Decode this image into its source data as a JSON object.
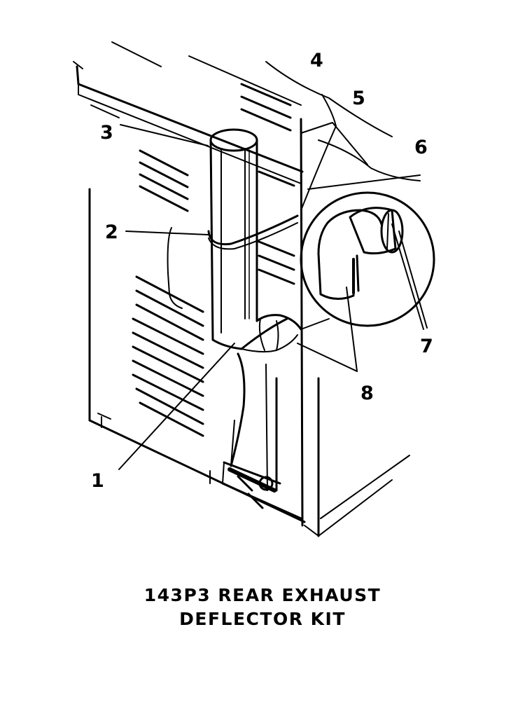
{
  "callouts": {
    "n1": "1",
    "n2": "2",
    "n3": "3",
    "n4": "4",
    "n5": "5",
    "n6": "6",
    "n7": "7",
    "n8": "8"
  },
  "caption": {
    "line1": "143P3 REAR EXHAUST",
    "line2": "DEFLECTOR KIT"
  }
}
